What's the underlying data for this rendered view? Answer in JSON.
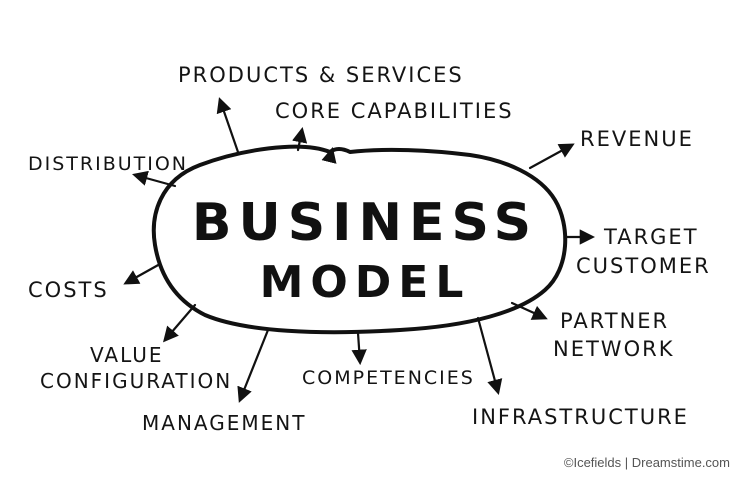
{
  "center": {
    "line1": "BUSINESS",
    "line2": "MODEL"
  },
  "nodes": [
    {
      "id": "products-services",
      "label": "PRODUCTS & SERVICES"
    },
    {
      "id": "core-capabilities",
      "label": "CORE CAPABILITIES"
    },
    {
      "id": "distribution",
      "label": "DISTRIBUTION"
    },
    {
      "id": "revenue",
      "label": "REVENUE"
    },
    {
      "id": "target-customer",
      "label1": "TARGET",
      "label2": "CUSTOMER"
    },
    {
      "id": "costs",
      "label": "COSTS"
    },
    {
      "id": "partner-network",
      "label1": "PARTNER",
      "label2": "NETWORK"
    },
    {
      "id": "value-configuration",
      "label1": "VALUE",
      "label2": "CONFIGURATION"
    },
    {
      "id": "competencies",
      "label": "COMPETENCIES"
    },
    {
      "id": "management",
      "label": "MANAGEMENT"
    },
    {
      "id": "infrastructure",
      "label": "INFRASTRUCTURE"
    }
  ],
  "watermark": "©Icefields | Dreamstime.com"
}
